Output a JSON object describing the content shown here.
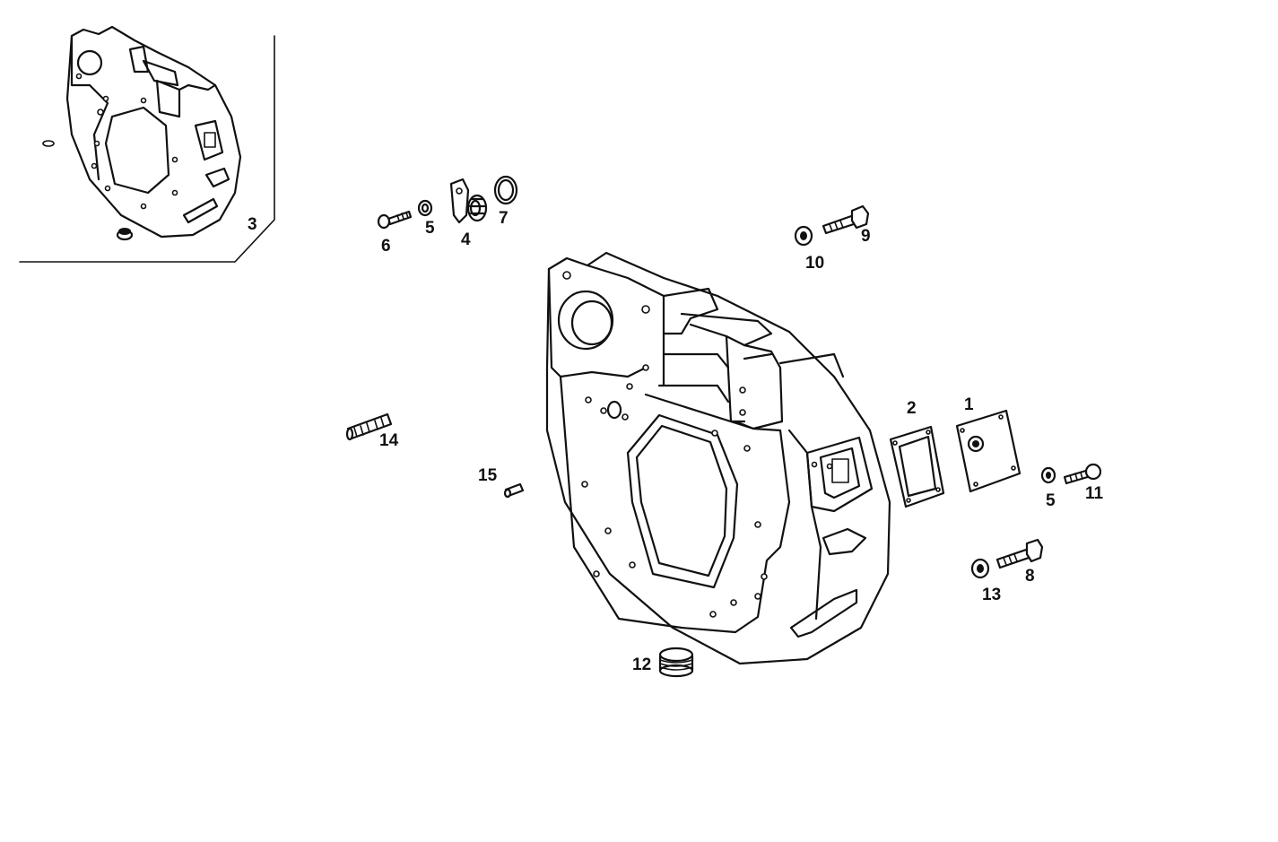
{
  "diagram": {
    "labels": {
      "p1": "1",
      "p2": "2",
      "p3": "3",
      "p4": "4",
      "p5a": "5",
      "p5b": "5",
      "p6": "6",
      "p7": "7",
      "p8": "8",
      "p9": "9",
      "p10": "10",
      "p11": "11",
      "p12": "12",
      "p13": "13",
      "p14": "14",
      "p15": "15"
    }
  }
}
